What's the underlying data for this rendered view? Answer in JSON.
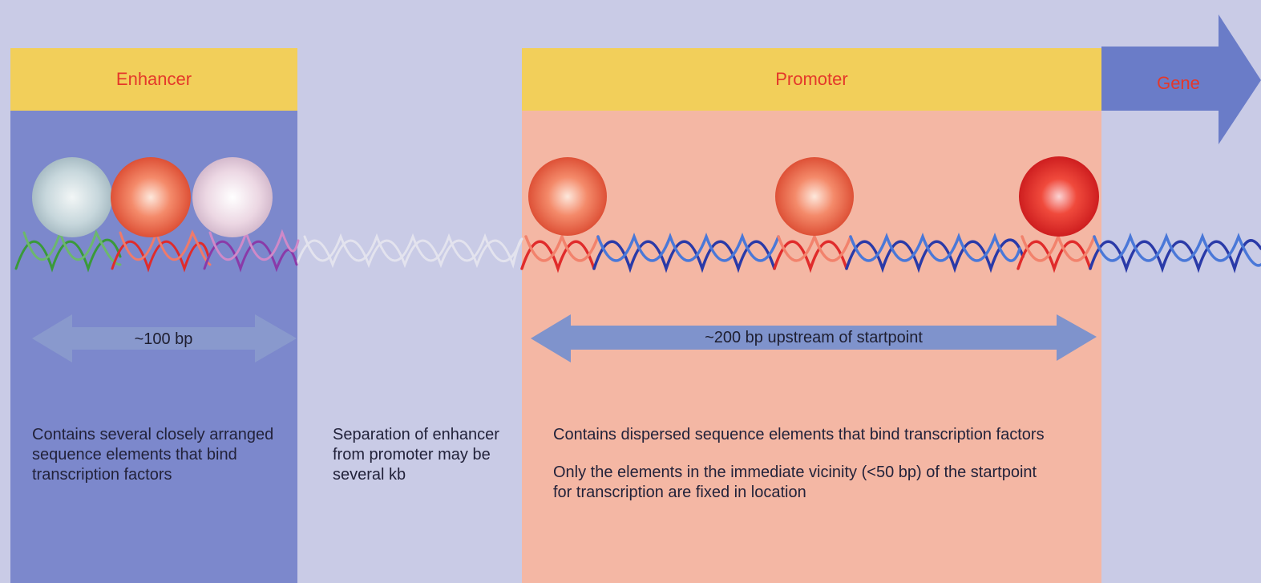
{
  "enhancer": {
    "label": "Enhancer",
    "size_label": "~100 bp",
    "description": "Contains several closely arranged sequence elements that bind transcription factors"
  },
  "separation": {
    "description": "Separation of enhancer from promoter may be several kb"
  },
  "promoter": {
    "label": "Promoter",
    "size_label": "~200 bp upstream of startpoint",
    "description_1": "Contains dispersed sequence elements that bind transcription factors",
    "description_2": "Only the elements in the immediate vicinity (<50 bp) of the startpoint for transcription are fixed in location"
  },
  "gene": {
    "label": "Gene"
  },
  "colors": {
    "enhancer_band": "#7c88cc",
    "promoter_band": "#f4b7a4",
    "header": "#f2cf5a",
    "label_red": "#e4382a",
    "gene_arrow": "#6a7cc8"
  }
}
